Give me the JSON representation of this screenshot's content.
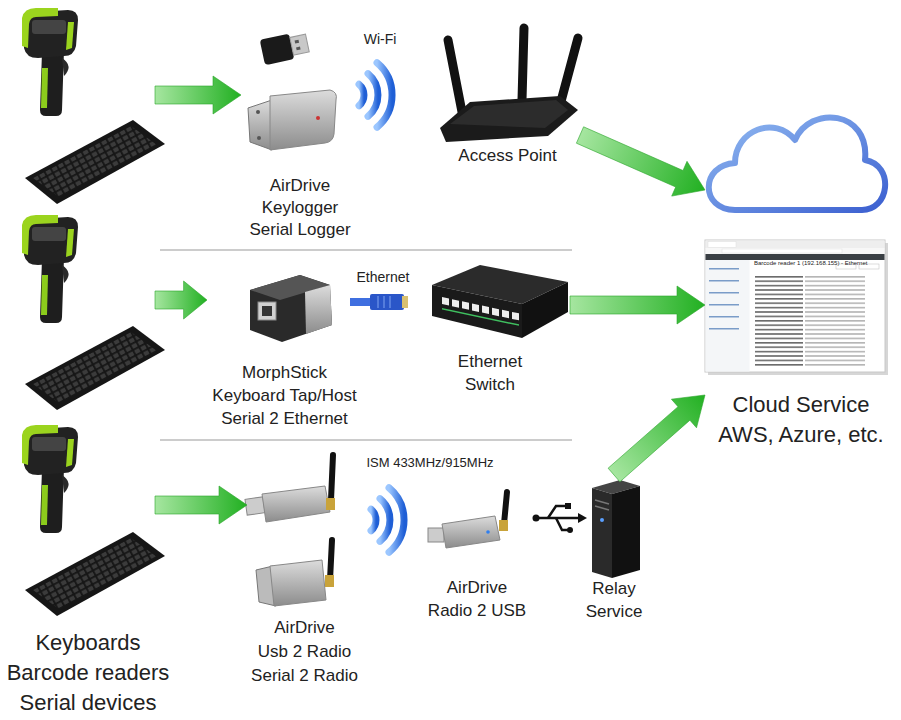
{
  "diagram": {
    "nodes": [
      {
        "text": [
          "Keyboards Barcode readers Serial devices"
        ]
      },
      {
        "text": [
          "AirDrive Keylogger Serial Logger"
        ]
      },
      {
        "text": [
          "Access Point"
        ]
      },
      {
        "text": [
          "MorphStick Keyboard Tap/Host Serial 2 Ethernet"
        ]
      },
      {
        "text": [
          "Ethernet Switch"
        ]
      },
      {
        "text": [
          "AirDrive",
          "Usb 2 Radio Serial 2 Radio"
        ]
      },
      {
        "text": [
          "AirDrive Radio 2 USB"
        ]
      },
      {
        "text": [
          "Relay Service"
        ]
      },
      {
        "text": [
          "Cloud Service AWS, Azure, etc."
        ]
      }
    ],
    "edges": [
      {
        "from": 0,
        "to": 1,
        "arrow": "to"
      },
      {
        "from": 0,
        "to": 3,
        "arrow": "to"
      },
      {
        "from": 0,
        "to": 5,
        "arrow": "to"
      },
      {
        "from": 2,
        "to": 8,
        "arrow": "to"
      },
      {
        "from": 4,
        "to": 8,
        "arrow": "to"
      },
      {
        "from": 7,
        "to": 8,
        "arrow": "to"
      }
    ],
    "labels": [
      "Wi-Fi",
      "Ethernet",
      "ISM 433MHz/915MHz",
      "Barcode reader 1 (192.168.155) - Ethernet"
    ]
  }
}
